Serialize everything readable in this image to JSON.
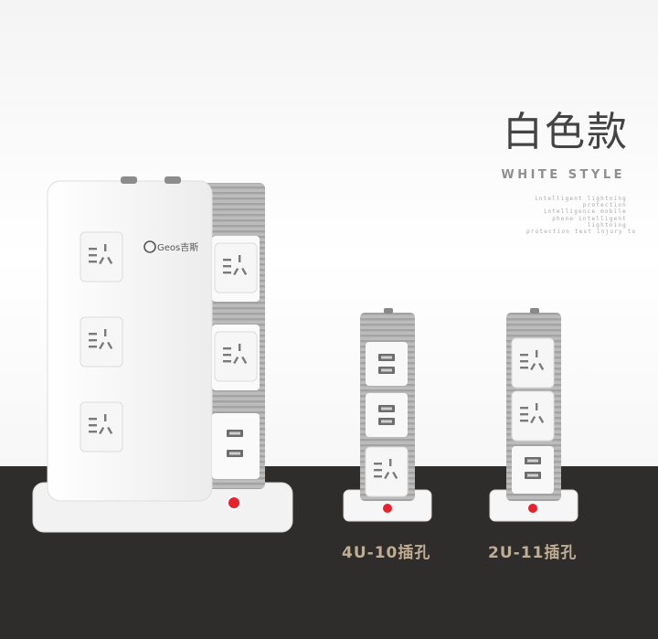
{
  "heading": {
    "title": "白色款",
    "subtitle": "WHITE STYLE",
    "tagline": [
      "intelligent lightning",
      "protection",
      "intelligence mobile",
      "phone intelligent",
      "lightning",
      "protection test injury to"
    ]
  },
  "brand": {
    "logo_text": "Geos吉斯"
  },
  "products": [
    {
      "label": "4U-10插孔"
    },
    {
      "label": "2U-11插孔"
    }
  ],
  "colors": {
    "background_dark": "#2f2c2c",
    "label_gold": "#bfae93",
    "switch_red": "#e8222a",
    "body_white": "#f8f8f8",
    "grille_gray": "#b7b7b7"
  }
}
